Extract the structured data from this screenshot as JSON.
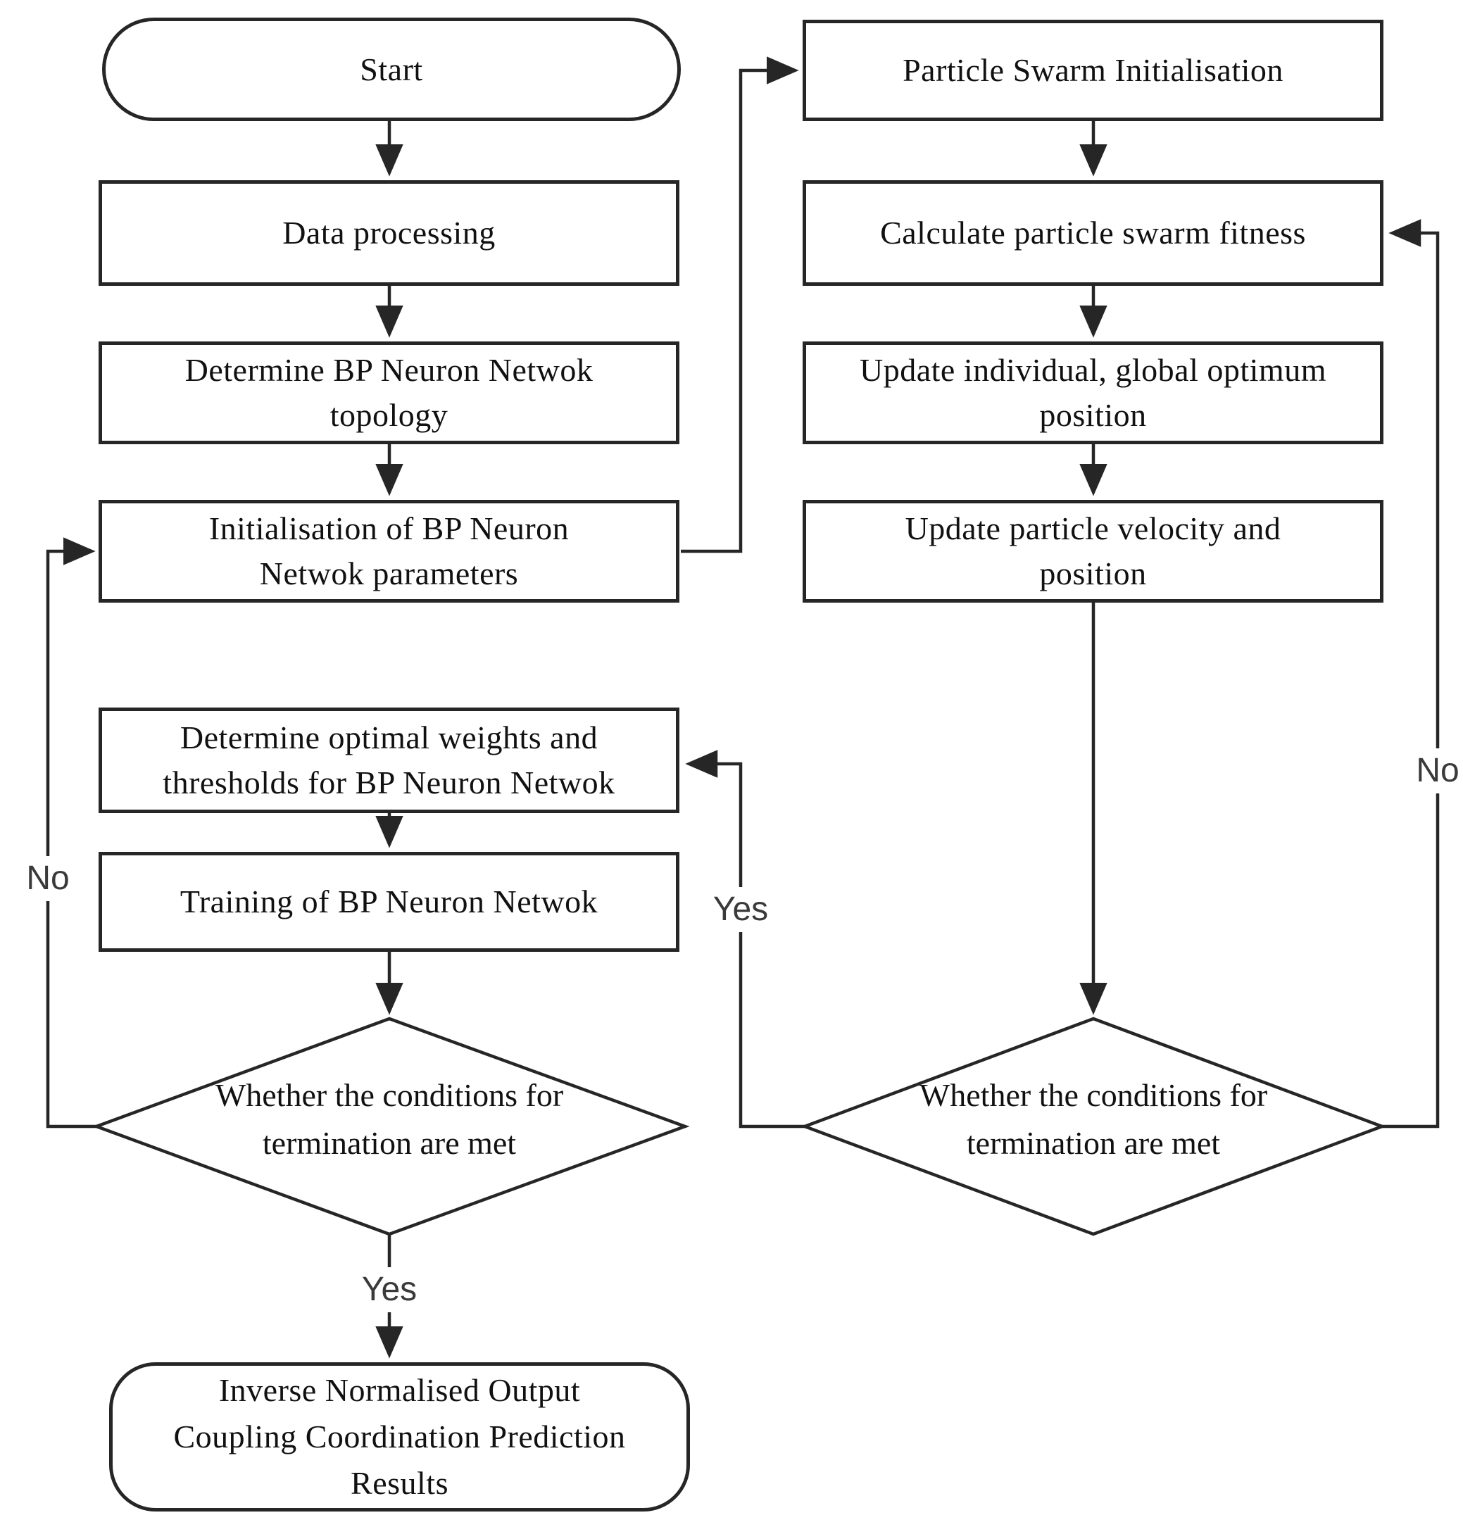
{
  "flowchart": {
    "colors": {
      "background": "#ffffff",
      "line": "#262626",
      "box_text": "#111111",
      "edge_label_text": "#3a3a3a"
    },
    "left_column": {
      "start": {
        "label": "Start"
      },
      "data_processing": {
        "label": "Data processing"
      },
      "topology": {
        "lines": [
          "Determine  BP Neuron Netwok",
          "topology"
        ]
      },
      "initialisation": {
        "lines": [
          "Initialisation of BP Neuron",
          "Netwok parameters"
        ]
      },
      "determine_optimal": {
        "lines": [
          "Determine optimal weights and",
          "thresholds for BP Neuron Netwok"
        ]
      },
      "training": {
        "label": "Training of BP Neuron Netwok"
      },
      "decision": {
        "lines": [
          "Whether the conditions for",
          "termination are met"
        ]
      },
      "output": {
        "lines": [
          "Inverse Normalised Output",
          "Coupling Coordination Prediction",
          "Results"
        ]
      }
    },
    "right_column": {
      "pso_initialisation": {
        "label": "Particle Swarm Initialisation"
      },
      "fitness": {
        "label": "Calculate particle swarm fitness"
      },
      "update_optimum": {
        "lines": [
          "Update individual, global optimum",
          "position"
        ]
      },
      "update_velocity": {
        "lines": [
          "Update particle velocity and",
          "position"
        ]
      },
      "decision": {
        "lines": [
          "Whether the conditions for",
          "termination are met"
        ]
      }
    },
    "edge_labels": {
      "left_no": "No",
      "bottom_yes": "Yes",
      "mid_yes": "Yes",
      "right_no": "No"
    }
  }
}
